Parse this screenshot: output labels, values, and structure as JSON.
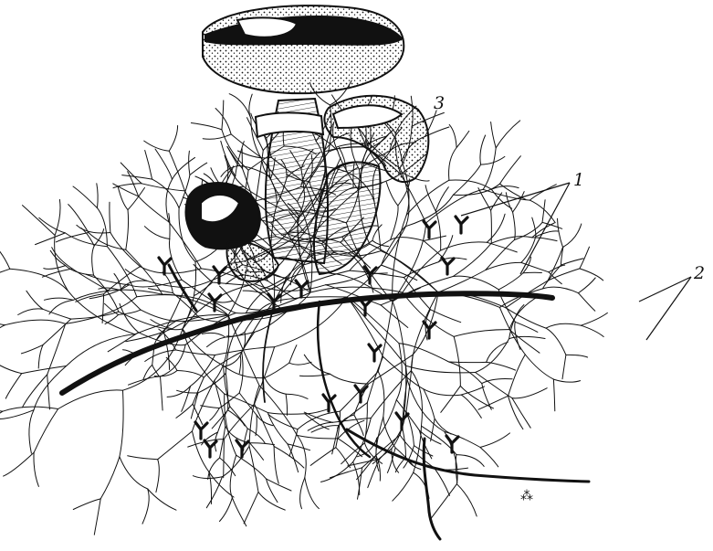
{
  "labels": {
    "one": "1",
    "two": "2",
    "three": "3"
  },
  "colors": {
    "ink": "#111111",
    "paper": "#ffffff"
  }
}
